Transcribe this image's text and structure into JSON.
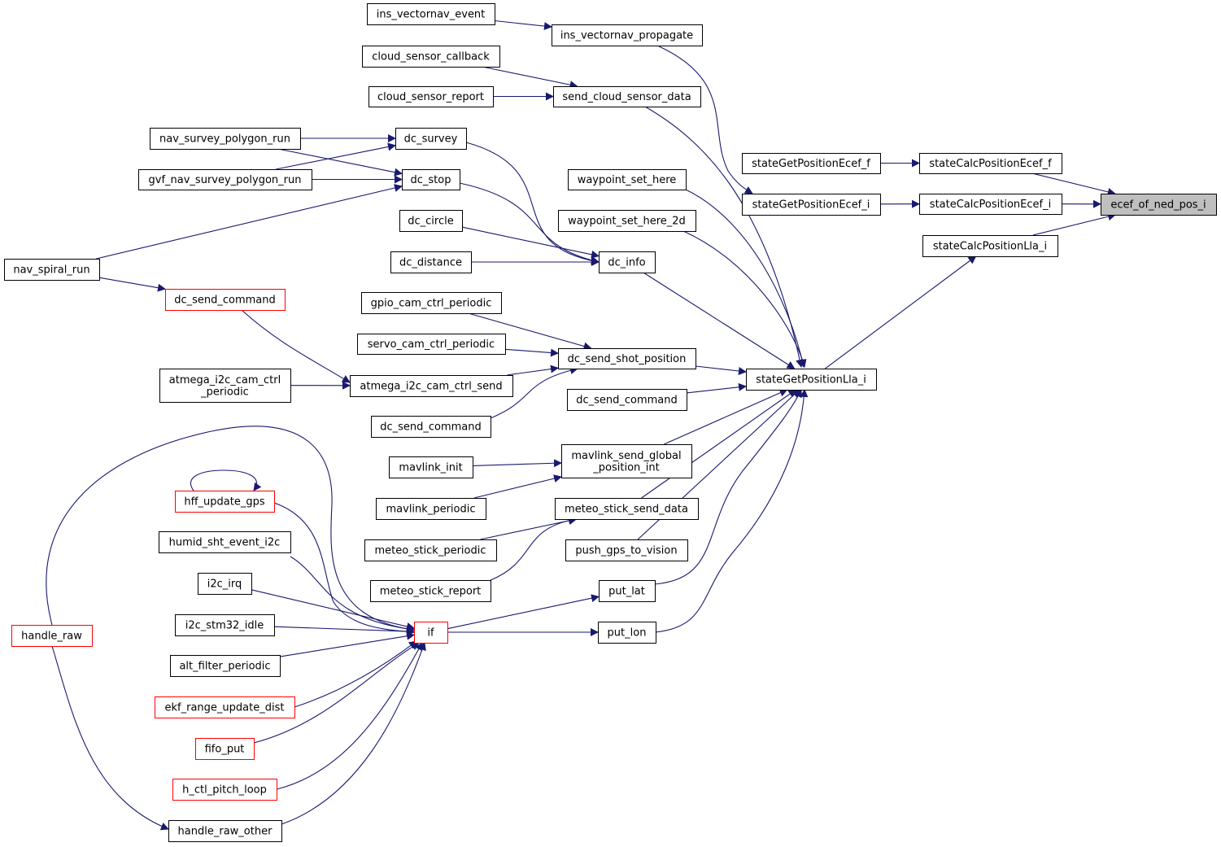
{
  "colors": {
    "edge": "#191970",
    "box_border": "#000000",
    "box_border_truncated": "#ff0000",
    "focus_fill": "#bfbfbf"
  },
  "graph": {
    "focus_node": "n_ecef",
    "nodes": [
      {
        "id": "n_ecef",
        "lines": [
          "ecef_of_ned_pos_i"
        ],
        "style": "focus"
      },
      {
        "id": "n_calc_ecef_f",
        "lines": [
          "stateCalcPositionEcef_f"
        ],
        "style": "normal"
      },
      {
        "id": "n_calc_ecef_i",
        "lines": [
          "stateCalcPositionEcef_i"
        ],
        "style": "normal"
      },
      {
        "id": "n_calc_lla_i",
        "lines": [
          "stateCalcPositionLla_i"
        ],
        "style": "normal"
      },
      {
        "id": "n_get_ecef_f",
        "lines": [
          "stateGetPositionEcef_f"
        ],
        "style": "normal"
      },
      {
        "id": "n_get_ecef_i",
        "lines": [
          "stateGetPositionEcef_i"
        ],
        "style": "normal"
      },
      {
        "id": "n_get_lla_i",
        "lines": [
          "stateGetPositionLla_i"
        ],
        "style": "normal"
      },
      {
        "id": "n_ins_prop",
        "lines": [
          "ins_vectornav_propagate"
        ],
        "style": "normal"
      },
      {
        "id": "n_ins_event",
        "lines": [
          "ins_vectornav_event"
        ],
        "style": "normal"
      },
      {
        "id": "n_send_cloud",
        "lines": [
          "send_cloud_sensor_data"
        ],
        "style": "normal"
      },
      {
        "id": "n_cloud_cb",
        "lines": [
          "cloud_sensor_callback"
        ],
        "style": "normal"
      },
      {
        "id": "n_cloud_rep",
        "lines": [
          "cloud_sensor_report"
        ],
        "style": "normal"
      },
      {
        "id": "n_wp_here",
        "lines": [
          "waypoint_set_here"
        ],
        "style": "normal"
      },
      {
        "id": "n_wp_here_2d",
        "lines": [
          "waypoint_set_here_2d"
        ],
        "style": "normal"
      },
      {
        "id": "n_dc_info",
        "lines": [
          "dc_info"
        ],
        "style": "normal"
      },
      {
        "id": "n_dc_survey",
        "lines": [
          "dc_survey"
        ],
        "style": "normal"
      },
      {
        "id": "n_dc_stop",
        "lines": [
          "dc_stop"
        ],
        "style": "normal"
      },
      {
        "id": "n_dc_circle",
        "lines": [
          "dc_circle"
        ],
        "style": "normal"
      },
      {
        "id": "n_dc_distance",
        "lines": [
          "dc_distance"
        ],
        "style": "normal"
      },
      {
        "id": "n_nav_survey",
        "lines": [
          "nav_survey_polygon_run"
        ],
        "style": "normal"
      },
      {
        "id": "n_gvf_survey",
        "lines": [
          "gvf_nav_survey_polygon_run"
        ],
        "style": "normal"
      },
      {
        "id": "n_nav_spiral",
        "lines": [
          "nav_spiral_run"
        ],
        "style": "normal"
      },
      {
        "id": "n_dc_send_cmd_red",
        "lines": [
          "dc_send_command"
        ],
        "style": "red"
      },
      {
        "id": "n_dc_shot",
        "lines": [
          "dc_send_shot_position"
        ],
        "style": "normal"
      },
      {
        "id": "n_gpio_cam",
        "lines": [
          "gpio_cam_ctrl_periodic"
        ],
        "style": "normal"
      },
      {
        "id": "n_servo_cam",
        "lines": [
          "servo_cam_ctrl_periodic"
        ],
        "style": "normal"
      },
      {
        "id": "n_atmega_send",
        "lines": [
          "atmega_i2c_cam_ctrl_send"
        ],
        "style": "normal"
      },
      {
        "id": "n_atmega_periodic",
        "lines": [
          "atmega_i2c_cam_ctrl",
          "_periodic"
        ],
        "style": "normal"
      },
      {
        "id": "n_dc_send_cmd_left",
        "lines": [
          "dc_send_command"
        ],
        "style": "normal"
      },
      {
        "id": "n_dc_send_cmd_mid",
        "lines": [
          "dc_send_command"
        ],
        "style": "normal"
      },
      {
        "id": "n_mavlink_global",
        "lines": [
          "mavlink_send_global",
          "_position_int"
        ],
        "style": "normal"
      },
      {
        "id": "n_mavlink_init",
        "lines": [
          "mavlink_init"
        ],
        "style": "normal"
      },
      {
        "id": "n_mavlink_periodic",
        "lines": [
          "mavlink_periodic"
        ],
        "style": "normal"
      },
      {
        "id": "n_meteo_send",
        "lines": [
          "meteo_stick_send_data"
        ],
        "style": "normal"
      },
      {
        "id": "n_meteo_periodic",
        "lines": [
          "meteo_stick_periodic"
        ],
        "style": "normal"
      },
      {
        "id": "n_meteo_report",
        "lines": [
          "meteo_stick_report"
        ],
        "style": "normal"
      },
      {
        "id": "n_push_gps",
        "lines": [
          "push_gps_to_vision"
        ],
        "style": "normal"
      },
      {
        "id": "n_put_lat",
        "lines": [
          "put_lat"
        ],
        "style": "normal"
      },
      {
        "id": "n_put_lon",
        "lines": [
          "put_lon"
        ],
        "style": "normal"
      },
      {
        "id": "n_if",
        "lines": [
          "if"
        ],
        "style": "red"
      },
      {
        "id": "n_hff",
        "lines": [
          "hff_update_gps"
        ],
        "style": "red"
      },
      {
        "id": "n_humid",
        "lines": [
          "humid_sht_event_i2c"
        ],
        "style": "normal"
      },
      {
        "id": "n_i2c_irq",
        "lines": [
          "i2c_irq"
        ],
        "style": "normal"
      },
      {
        "id": "n_i2c_stm32",
        "lines": [
          "i2c_stm32_idle"
        ],
        "style": "normal"
      },
      {
        "id": "n_alt_filter",
        "lines": [
          "alt_filter_periodic"
        ],
        "style": "normal"
      },
      {
        "id": "n_ekf_range",
        "lines": [
          "ekf_range_update_dist"
        ],
        "style": "red"
      },
      {
        "id": "n_fifo_put",
        "lines": [
          "fifo_put"
        ],
        "style": "red"
      },
      {
        "id": "n_h_ctl",
        "lines": [
          "h_ctl_pitch_loop"
        ],
        "style": "red"
      },
      {
        "id": "n_handle_raw_other",
        "lines": [
          "handle_raw_other"
        ],
        "style": "normal"
      },
      {
        "id": "n_handle_raw",
        "lines": [
          "handle_raw"
        ],
        "style": "red"
      }
    ],
    "edges": [
      {
        "from": "n_calc_ecef_f",
        "to": "n_ecef"
      },
      {
        "from": "n_calc_ecef_i",
        "to": "n_ecef"
      },
      {
        "from": "n_calc_lla_i",
        "to": "n_ecef"
      },
      {
        "from": "n_get_ecef_f",
        "to": "n_calc_ecef_f"
      },
      {
        "from": "n_get_ecef_i",
        "to": "n_calc_ecef_i"
      },
      {
        "from": "n_get_lla_i",
        "to": "n_calc_lla_i"
      },
      {
        "from": "n_ins_event",
        "to": "n_ins_prop"
      },
      {
        "from": "n_ins_prop",
        "to": "n_get_ecef_i"
      },
      {
        "from": "n_cloud_cb",
        "to": "n_send_cloud"
      },
      {
        "from": "n_cloud_rep",
        "to": "n_send_cloud"
      },
      {
        "from": "n_send_cloud",
        "to": "n_get_lla_i"
      },
      {
        "from": "n_wp_here",
        "to": "n_get_lla_i"
      },
      {
        "from": "n_wp_here_2d",
        "to": "n_get_lla_i"
      },
      {
        "from": "n_dc_info",
        "to": "n_get_lla_i"
      },
      {
        "from": "n_dc_survey",
        "to": "n_dc_info"
      },
      {
        "from": "n_dc_stop",
        "to": "n_dc_info"
      },
      {
        "from": "n_dc_circle",
        "to": "n_dc_info"
      },
      {
        "from": "n_dc_distance",
        "to": "n_dc_info"
      },
      {
        "from": "n_nav_survey",
        "to": "n_dc_survey"
      },
      {
        "from": "n_gvf_survey",
        "to": "n_dc_survey"
      },
      {
        "from": "n_nav_survey",
        "to": "n_dc_stop"
      },
      {
        "from": "n_gvf_survey",
        "to": "n_dc_stop"
      },
      {
        "from": "n_nav_spiral",
        "to": "n_dc_stop"
      },
      {
        "from": "n_nav_spiral",
        "to": "n_dc_send_cmd_red"
      },
      {
        "from": "n_dc_send_cmd_red",
        "to": "n_atmega_send"
      },
      {
        "from": "n_atmega_periodic",
        "to": "n_atmega_send"
      },
      {
        "from": "n_atmega_send",
        "to": "n_dc_shot"
      },
      {
        "from": "n_gpio_cam",
        "to": "n_dc_shot"
      },
      {
        "from": "n_servo_cam",
        "to": "n_dc_shot"
      },
      {
        "from": "n_dc_send_cmd_left",
        "to": "n_dc_shot"
      },
      {
        "from": "n_dc_shot",
        "to": "n_get_lla_i"
      },
      {
        "from": "n_dc_send_cmd_mid",
        "to": "n_get_lla_i"
      },
      {
        "from": "n_mavlink_init",
        "to": "n_mavlink_global"
      },
      {
        "from": "n_mavlink_periodic",
        "to": "n_mavlink_global"
      },
      {
        "from": "n_mavlink_global",
        "to": "n_get_lla_i"
      },
      {
        "from": "n_meteo_periodic",
        "to": "n_meteo_send"
      },
      {
        "from": "n_meteo_report",
        "to": "n_meteo_send"
      },
      {
        "from": "n_meteo_send",
        "to": "n_get_lla_i"
      },
      {
        "from": "n_push_gps",
        "to": "n_get_lla_i"
      },
      {
        "from": "n_put_lat",
        "to": "n_get_lla_i"
      },
      {
        "from": "n_put_lon",
        "to": "n_get_lla_i"
      },
      {
        "from": "n_if",
        "to": "n_put_lat"
      },
      {
        "from": "n_if",
        "to": "n_put_lon"
      },
      {
        "from": "n_hff",
        "to": "n_if"
      },
      {
        "from": "n_hff",
        "to": "n_hff"
      },
      {
        "from": "n_humid",
        "to": "n_if"
      },
      {
        "from": "n_i2c_irq",
        "to": "n_if"
      },
      {
        "from": "n_i2c_stm32",
        "to": "n_if"
      },
      {
        "from": "n_alt_filter",
        "to": "n_if"
      },
      {
        "from": "n_ekf_range",
        "to": "n_if"
      },
      {
        "from": "n_fifo_put",
        "to": "n_if"
      },
      {
        "from": "n_h_ctl",
        "to": "n_if"
      },
      {
        "from": "n_handle_raw_other",
        "to": "n_if"
      },
      {
        "from": "n_handle_raw",
        "to": "n_handle_raw_other"
      },
      {
        "from": "n_handle_raw",
        "to": "n_if"
      }
    ]
  }
}
